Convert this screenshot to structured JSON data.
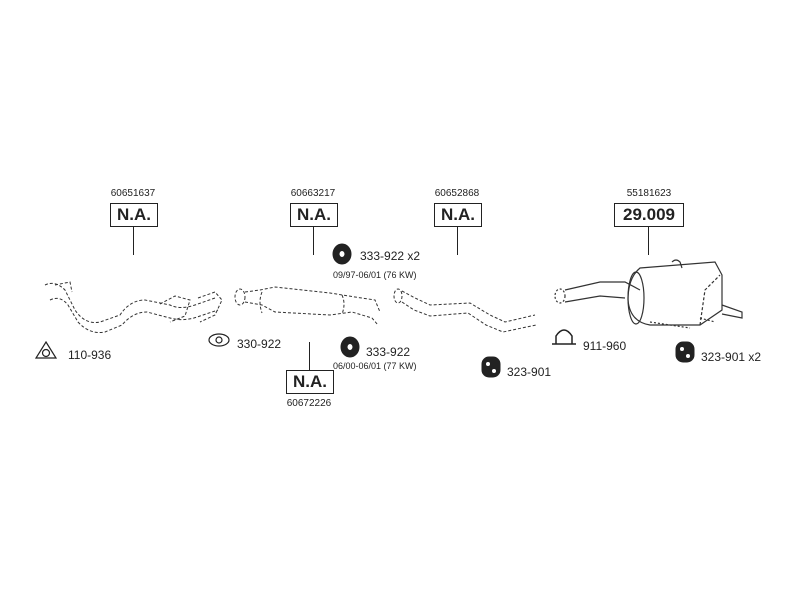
{
  "parts": {
    "front_pipe": {
      "number": "60651637",
      "price": "N.A."
    },
    "catalyst": {
      "number": "60663217",
      "price": "N.A."
    },
    "catalyst_alt": {
      "number": "60672226",
      "price": "N.A."
    },
    "middle_pipe": {
      "number": "60652868",
      "price": "N.A."
    },
    "rear_silencer": {
      "number": "55181623",
      "price": "29.009"
    }
  },
  "accessories": {
    "gasket_front": {
      "code": "110-936"
    },
    "gasket_cat": {
      "code": "330-922"
    },
    "hanger_cat_1": {
      "code": "333-922 x2",
      "note": "09/97-06/01 (76 KW)"
    },
    "hanger_cat_2": {
      "code": "333-922",
      "note": "06/00-06/01 (77 KW)"
    },
    "hanger_mid": {
      "code": "323-901"
    },
    "clamp_rear": {
      "code": "911-960"
    },
    "hanger_rear": {
      "code": "323-901 x2"
    }
  }
}
